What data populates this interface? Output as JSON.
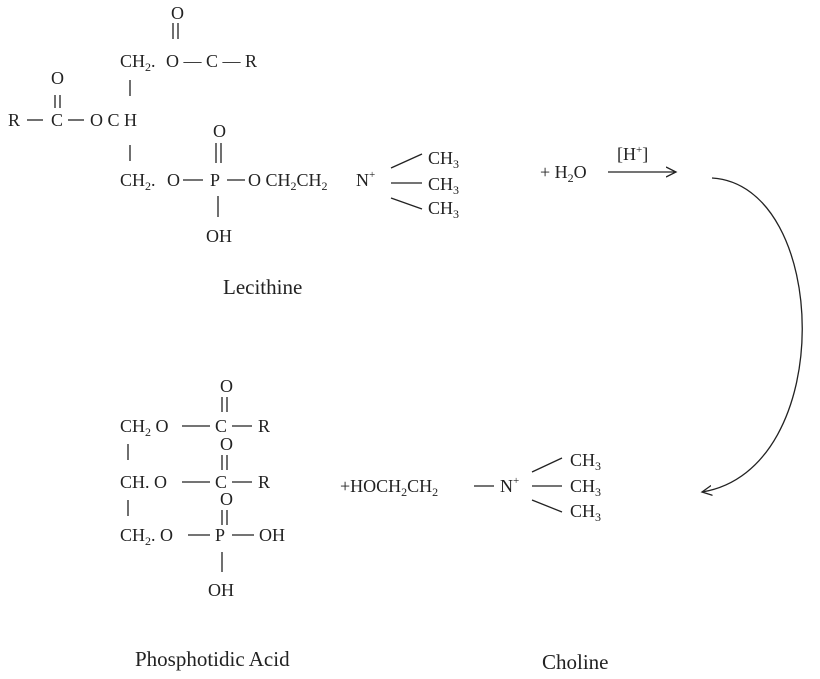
{
  "labels": {
    "lecithine": "Lecithine",
    "phosphotidic_acid": "Phosphotidic Acid",
    "choline": "Choline"
  },
  "reaction": {
    "reagent": "+ H",
    "reagent_sub": "2",
    "reagent_tail": "O",
    "catalyst": "[H",
    "catalyst_sup": "+",
    "catalyst_close": "]"
  },
  "lecithine": {
    "o": "O",
    "ch2": "CH",
    "ch2_sub": "2",
    "ch2_dot": ".",
    "o_c_r": "O — C — R",
    "r": "R",
    "c": "C",
    "och": "O C H",
    "p": "P",
    "oh": "OH",
    "o_left": "O",
    "o_right": "O CH",
    "ch2ch2_sub1": "2",
    "ch2ch2_mid": "CH",
    "ch2ch2_sub2": "2",
    "n": "N",
    "n_sup": "+",
    "ch3": "CH",
    "ch3_sub": "3"
  },
  "phosphatidic": {
    "o": "O",
    "ch2o": "CH",
    "ch2o_sub": "2",
    "ch2o_tail": " O",
    "cho": "CH. O",
    "ch2dot": "CH",
    "ch2dot_sub": "2",
    "ch2dot_tail": ". O",
    "c": "C",
    "r": "R",
    "p": "P",
    "oh": "OH"
  },
  "choline": {
    "prefix": "+HOCH",
    "sub1": "2",
    "mid": "CH",
    "sub2": "2",
    "n": "N",
    "n_sup": "+",
    "ch3": "CH",
    "ch3_sub": "3"
  }
}
